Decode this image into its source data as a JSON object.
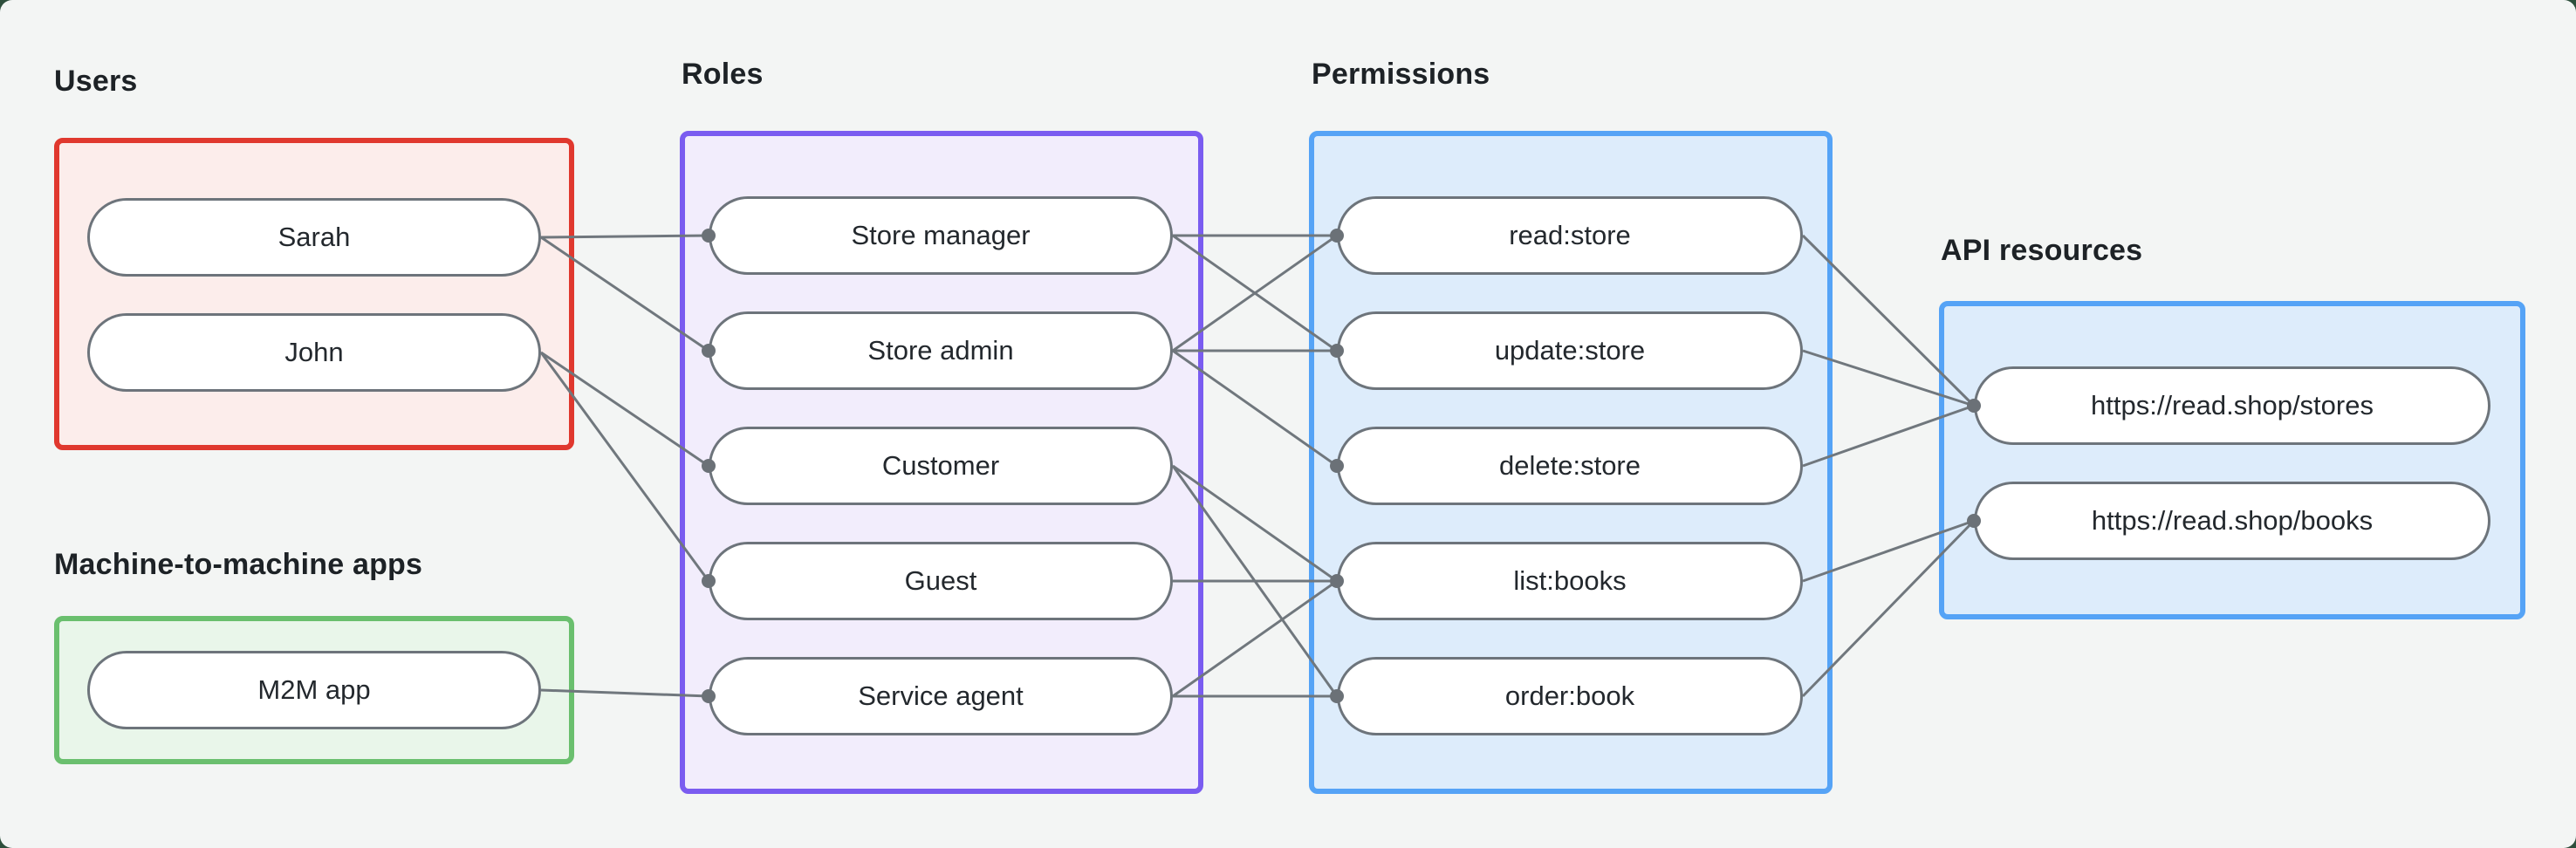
{
  "titles": {
    "users": "Users",
    "machine_apps": "Machine-to-machine apps",
    "roles": "Roles",
    "permissions": "Permissions",
    "api_resources": "API resources"
  },
  "nodes": {
    "sarah": "Sarah",
    "john": "John",
    "m2m_app": "M2M app",
    "store_manager": "Store manager",
    "store_admin": "Store admin",
    "customer": "Customer",
    "guest": "Guest",
    "service_agent": "Service agent",
    "read_store": "read:store",
    "update_store": "update:store",
    "delete_store": "delete:store",
    "list_books": "list:books",
    "order_book": "order:book",
    "stores_api": "https://read.shop/stores",
    "books_api": "https://read.shop/books"
  },
  "edges": [
    [
      "sarah",
      "store_manager"
    ],
    [
      "sarah",
      "store_admin"
    ],
    [
      "john",
      "customer"
    ],
    [
      "john",
      "guest"
    ],
    [
      "m2m_app",
      "service_agent"
    ],
    [
      "store_manager",
      "read_store"
    ],
    [
      "store_manager",
      "update_store"
    ],
    [
      "store_admin",
      "read_store"
    ],
    [
      "store_admin",
      "update_store"
    ],
    [
      "store_admin",
      "delete_store"
    ],
    [
      "customer",
      "list_books"
    ],
    [
      "customer",
      "order_book"
    ],
    [
      "guest",
      "list_books"
    ],
    [
      "service_agent",
      "list_books"
    ],
    [
      "service_agent",
      "order_book"
    ],
    [
      "read_store",
      "stores_api"
    ],
    [
      "update_store",
      "stores_api"
    ],
    [
      "delete_store",
      "stores_api"
    ],
    [
      "list_books",
      "books_api"
    ],
    [
      "order_book",
      "books_api"
    ]
  ],
  "colors": {
    "background": "#f3f5f4",
    "users_border": "#e0382e",
    "users_fill": "#fcedeb",
    "m2m_border": "#6abf6e",
    "m2m_fill": "#e9f6ea",
    "roles_border": "#7a5cf0",
    "roles_fill": "#f2edfc",
    "permissions_border": "#55a3f6",
    "permissions_fill": "#ddecfb",
    "api_border": "#55a3f6",
    "api_fill": "#ddecfb",
    "edge": "#70777d",
    "dot": "#6b7177",
    "node_border": "#6d747b"
  }
}
